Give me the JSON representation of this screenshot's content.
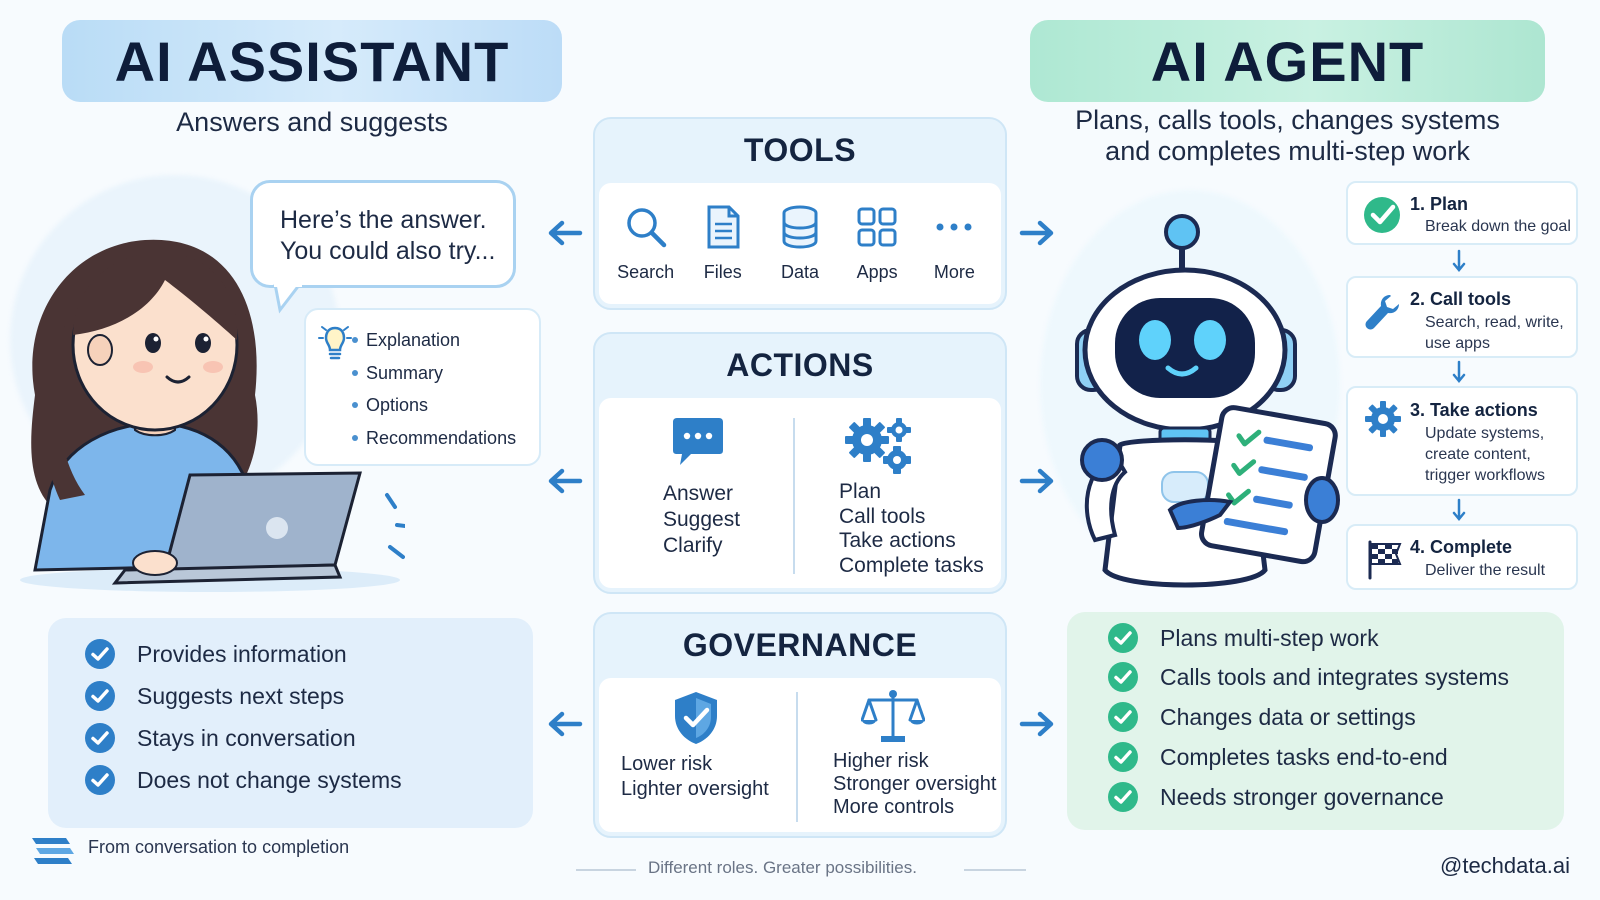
{
  "assistant": {
    "title": "AI ASSISTANT",
    "subtitle": "Answers and suggests",
    "bubble": [
      "Here’s the answer.",
      "You could also try..."
    ],
    "outputs": [
      "Explanation",
      "Summary",
      "Options",
      "Recommendations"
    ],
    "traits": [
      "Provides information",
      "Suggests next steps",
      "Stays in conversation",
      "Does not change systems"
    ]
  },
  "agent": {
    "title": "AI AGENT",
    "subtitle": [
      "Plans, calls tools, changes systems",
      "and completes multi-step work"
    ],
    "steps": [
      {
        "title": "1. Plan",
        "desc": [
          "Break down the goal"
        ]
      },
      {
        "title": "2. Call tools",
        "desc": [
          "Search, read, write,",
          "use apps"
        ]
      },
      {
        "title": "3. Take actions",
        "desc": [
          "Update systems,",
          "create content,",
          "trigger workflows"
        ]
      },
      {
        "title": "4. Complete",
        "desc": [
          "Deliver the result"
        ]
      }
    ],
    "traits": [
      "Plans multi-step work",
      "Calls tools and integrates systems",
      "Changes data or settings",
      "Completes tasks end-to-end",
      "Needs stronger governance"
    ]
  },
  "tools": {
    "title": "TOOLS",
    "items": [
      {
        "label": "Search",
        "icon": "magnifier-icon"
      },
      {
        "label": "Files",
        "icon": "document-icon"
      },
      {
        "label": "Data",
        "icon": "database-icon"
      },
      {
        "label": "Apps",
        "icon": "apps-grid-icon"
      },
      {
        "label": "More",
        "icon": "more-dots-icon"
      }
    ]
  },
  "actions": {
    "title": "ACTIONS",
    "assistant": [
      "Answer",
      "Suggest",
      "Clarify"
    ],
    "agent": [
      "Plan",
      "Call tools",
      "Take actions",
      "Complete tasks"
    ]
  },
  "governance": {
    "title": "GOVERNANCE",
    "assistant": [
      "Lower risk",
      "Lighter oversight"
    ],
    "agent": [
      "Higher risk",
      "Stronger oversight",
      "More controls"
    ]
  },
  "footer": {
    "left": "From conversation to completion",
    "center": "Different roles. Greater possibilities.",
    "right": "@techdata.ai"
  },
  "colors": {
    "assistant_accent": "#2e7fc8",
    "agent_accent": "#2fb98a",
    "arrow": "#2e7fc8",
    "navy": "#0e1d3a"
  }
}
